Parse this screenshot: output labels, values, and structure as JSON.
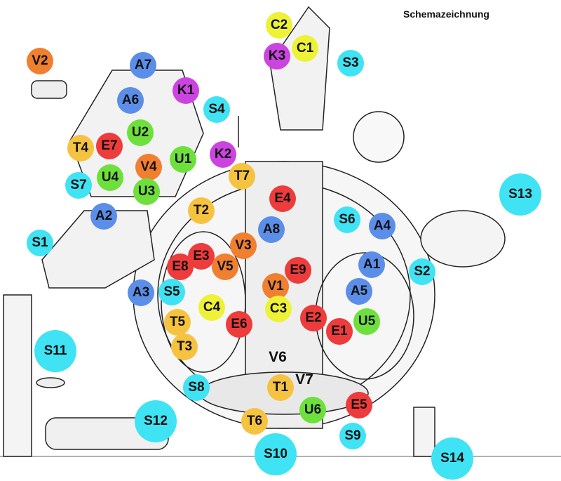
{
  "title": "Schemazeichnung",
  "colors": {
    "S": "#3fe3f3",
    "A": "#5b8ee8",
    "E": "#ee3b3b",
    "V": "#f07f30",
    "T": "#f6c341",
    "C": "#eef236",
    "U": "#6ee03c",
    "K": "#cc44e0"
  },
  "markers": {
    "V2": "V2",
    "A7": "A7",
    "K1": "K1",
    "A6": "A6",
    "S4": "S4",
    "U2": "U2",
    "T4": "T4",
    "E7": "E7",
    "U1": "U1",
    "V4": "V4",
    "S7": "S7",
    "U4": "U4",
    "U3": "U3",
    "K2": "K2",
    "T7": "T7",
    "C2": "C2",
    "C1": "C1",
    "K3": "K3",
    "S3": "S3",
    "E4": "E4",
    "T2": "T2",
    "S6": "S6",
    "A4": "A4",
    "A8": "A8",
    "S1": "S1",
    "A2": "A2",
    "V3": "V3",
    "E3": "E3",
    "E8": "E8",
    "V5": "V5",
    "E9": "E9",
    "A1": "A1",
    "S2": "S2",
    "V1": "V1",
    "A5": "A5",
    "A3": "A3",
    "S5": "S5",
    "C4": "C4",
    "C3": "C3",
    "E2": "E2",
    "T5": "T5",
    "E6": "E6",
    "E1": "E1",
    "U5": "U5",
    "T3": "T3",
    "S11": "S11",
    "S13": "S13",
    "S8": "S8",
    "T1": "T1",
    "E5": "E5",
    "U6": "U6",
    "T6": "T6",
    "S9": "S9",
    "S12": "S12",
    "S10": "S10",
    "S14": "S14"
  },
  "text_labels": {
    "V6": "V6",
    "V7": "V7"
  }
}
